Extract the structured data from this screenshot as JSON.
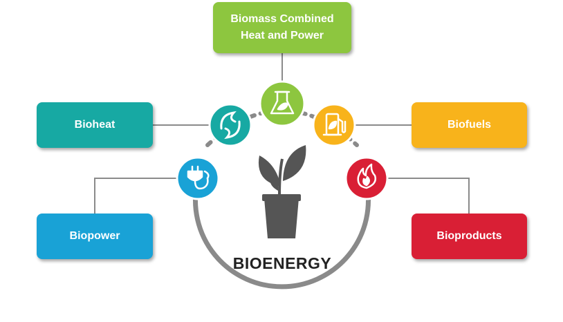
{
  "center": {
    "label": "BIOENERGY"
  },
  "nodes": [
    {
      "id": "chp",
      "label_lines": [
        "Biomass Combined",
        "Heat and Power"
      ],
      "color": "#8dc63f",
      "icon": "flask-leaf-icon"
    },
    {
      "id": "bioheat",
      "label_lines": [
        "Bioheat"
      ],
      "color": "#17a9a3",
      "icon": "flame-swirl-icon"
    },
    {
      "id": "biopower",
      "label_lines": [
        "Biopower"
      ],
      "color": "#19a2d6",
      "icon": "plug-icon"
    },
    {
      "id": "biofuels",
      "label_lines": [
        "Biofuels"
      ],
      "color": "#f8b31b",
      "icon": "fuel-pump-icon"
    },
    {
      "id": "bioproducts",
      "label_lines": [
        "Bioproducts"
      ],
      "color": "#d91f35",
      "icon": "fire-icon"
    }
  ],
  "colors": {
    "ring": "#8a8a8a",
    "connector": "#8a8a8a",
    "plant": "#555555"
  }
}
